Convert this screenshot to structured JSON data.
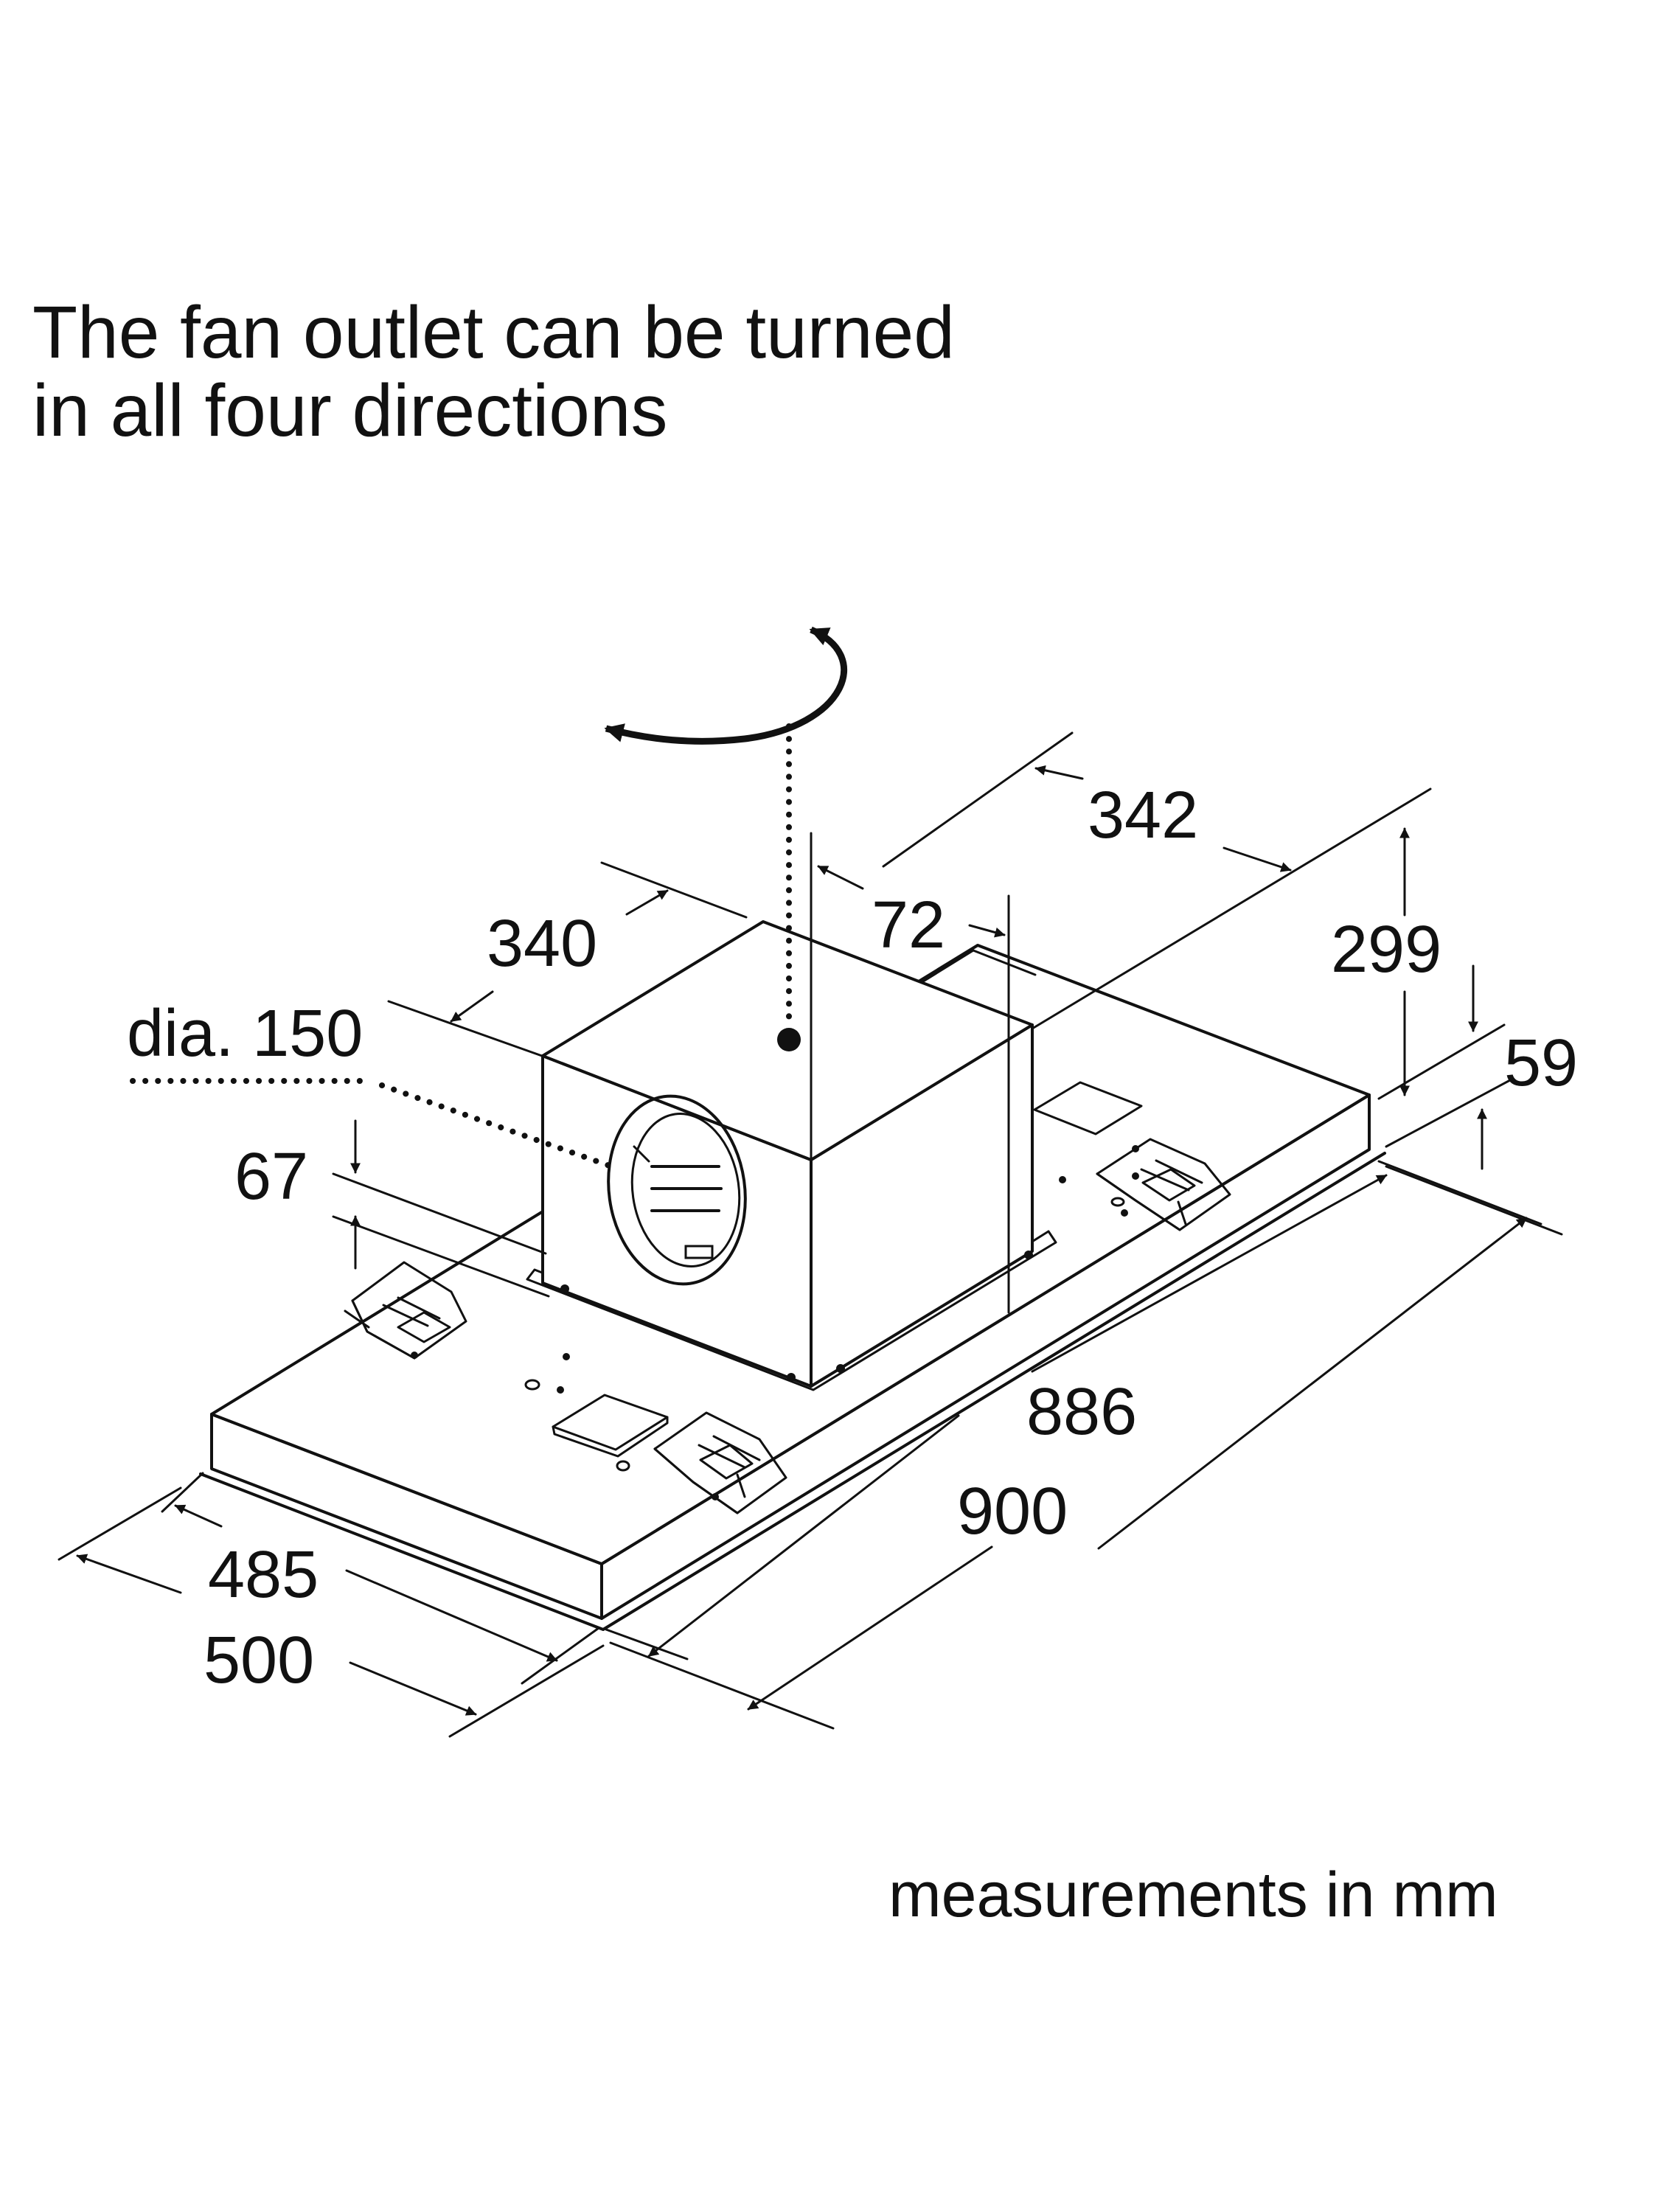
{
  "heading": {
    "line1": "The fan outlet can be turned",
    "line2": "in all four directions"
  },
  "footer": "measurements in mm",
  "dimensions": {
    "d342": "342",
    "d340": "340",
    "d72": "72",
    "d299": "299",
    "d59": "59",
    "dia150": "dia. 150",
    "d67": "67",
    "d886": "886",
    "d900": "900",
    "d485": "485",
    "d500": "500"
  },
  "colors": {
    "line": "#111111",
    "top_face": "#ffffff",
    "side_face": "#ffffff",
    "background": "#ffffff"
  }
}
